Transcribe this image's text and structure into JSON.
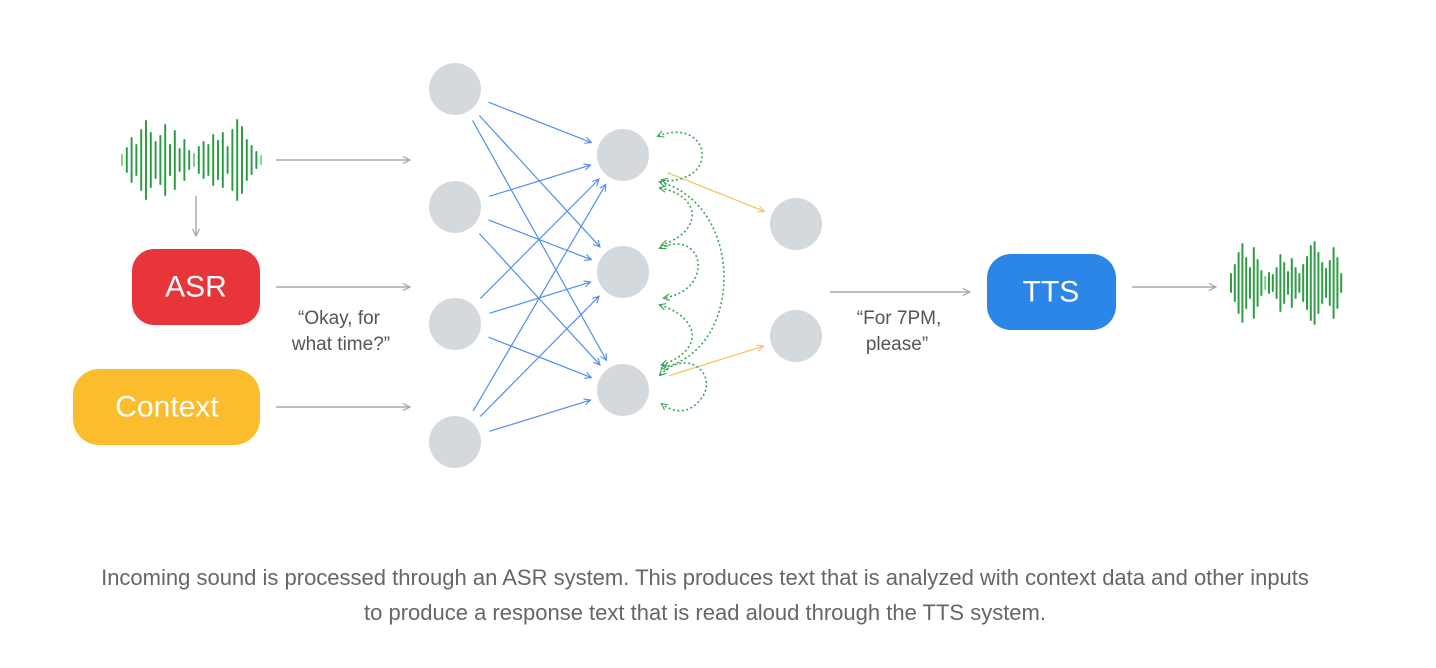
{
  "boxes": {
    "asr": {
      "label": "ASR",
      "color": "#e8353a"
    },
    "context": {
      "label": "Context",
      "color": "#fbbd2e"
    },
    "tts": {
      "label": "TTS",
      "color": "#2b86e8"
    }
  },
  "quotes": {
    "input": [
      "“Okay, for",
      "what time?”"
    ],
    "output": [
      "“For 7PM,",
      "please”"
    ]
  },
  "caption": {
    "line1": "Incoming sound is processed through an ASR system. This produces text that is analyzed with context data and other inputs",
    "line2": "to produce a response text that is read aloud through the TTS system."
  },
  "colors": {
    "node": "#d3d9dd",
    "arrow_gray": "#aaaaaa",
    "connection_blue": "#4f8ff0",
    "connection_orange": "#fbc26a",
    "recurrent_green": "#3aa655",
    "waveform_green": "#2e9e45"
  },
  "icons": [
    "input-waveform-icon",
    "output-waveform-icon"
  ]
}
